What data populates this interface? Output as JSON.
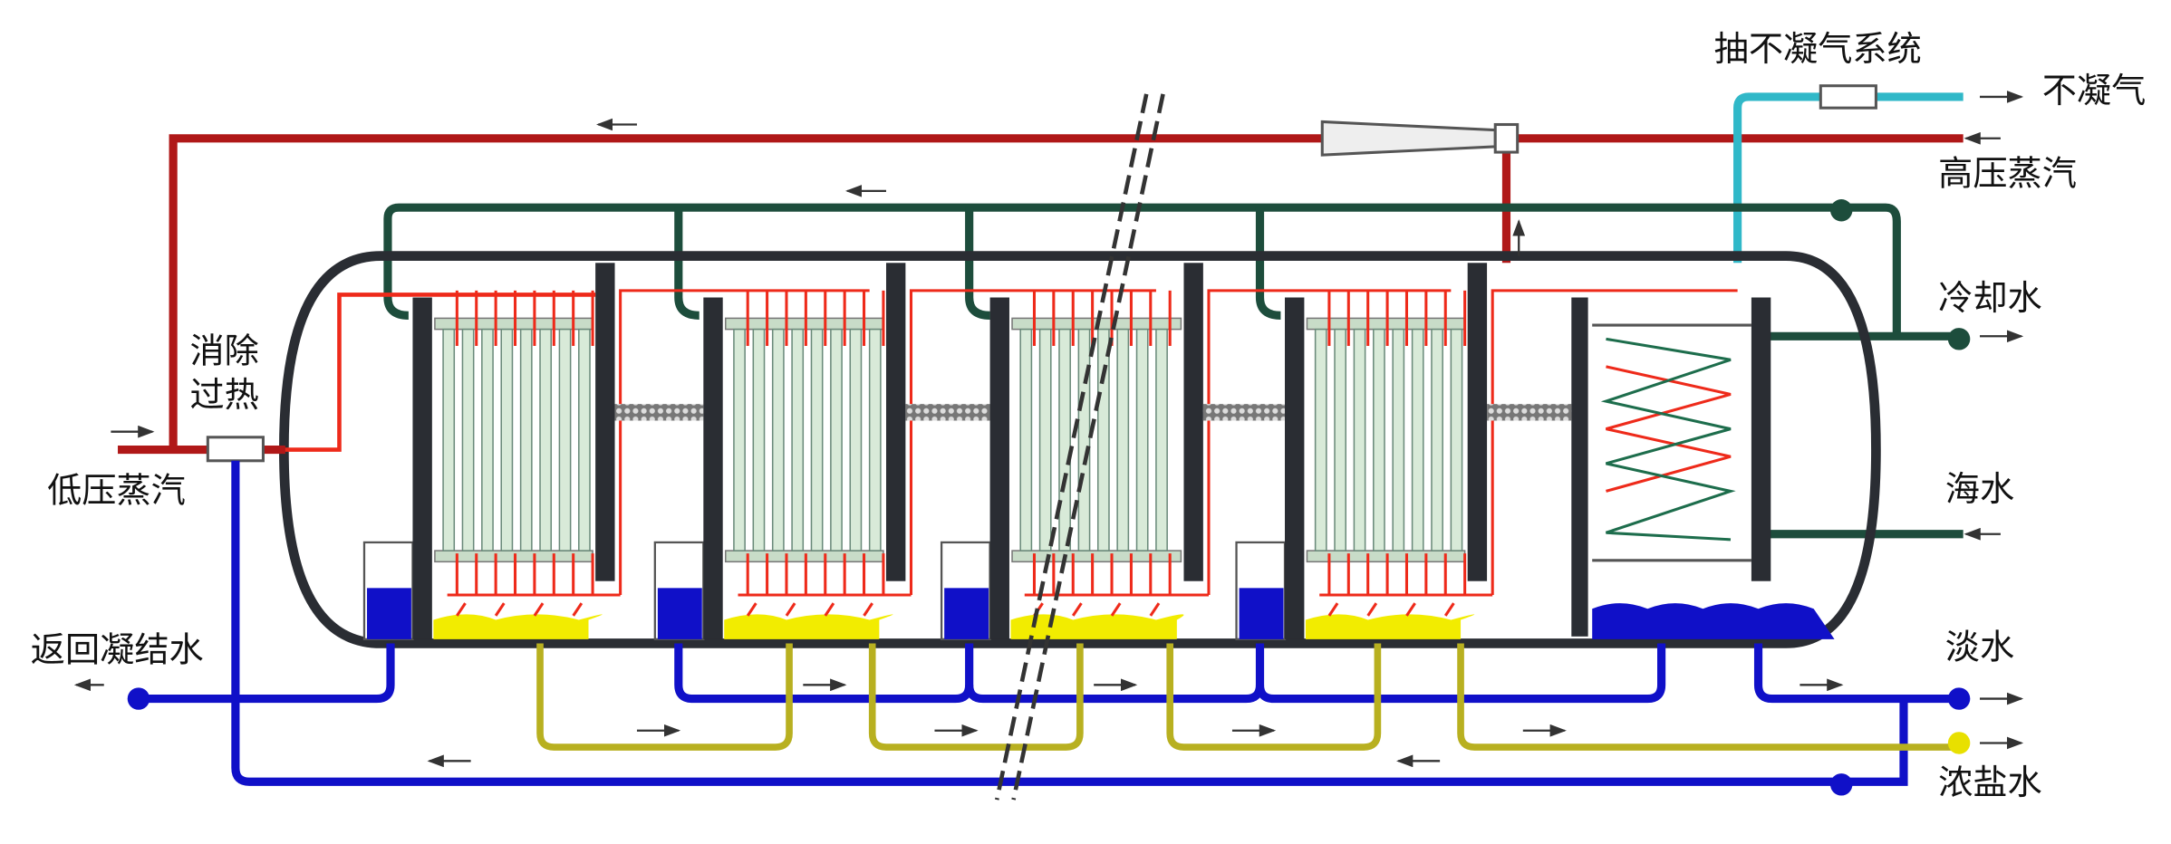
{
  "title": "多效蒸馏海水淡化流程示意",
  "labels": {
    "non_condensable_system": "抽不凝气系统",
    "non_condensable_gas": "不凝气",
    "high_pressure_steam": "高压蒸汽",
    "cooling_water": "冷却水",
    "seawater": "海水",
    "fresh_water": "淡水",
    "brine": "浓盐水",
    "desuperheat_line1": "消除",
    "desuperheat_line2": "过热",
    "low_pressure_steam": "低压蒸汽",
    "return_condensate": "返回凝结水"
  },
  "effects_count": 4,
  "colors": {
    "steam": "#b01818",
    "heating": "#ee2a1a",
    "seawater_pipe": "#1d4d3c",
    "fresh_water": "#1010c8",
    "brine": "#f2ec00",
    "brine_pipe": "#b8b020",
    "vent": "#30b8c8",
    "shell": "#2a2d33"
  }
}
